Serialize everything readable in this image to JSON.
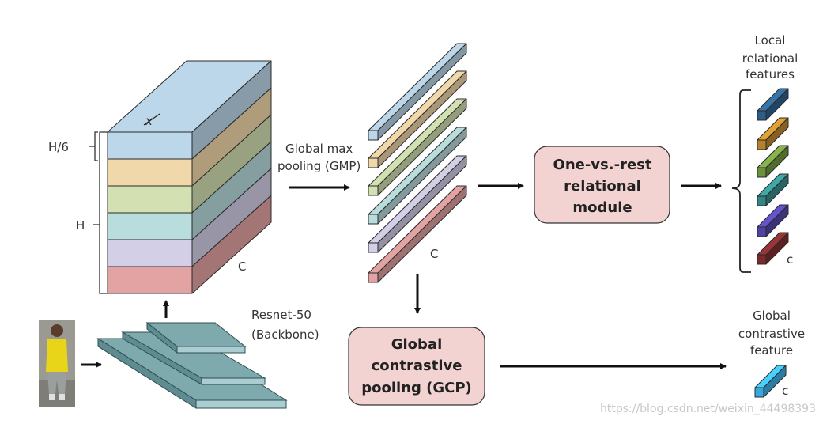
{
  "labels": {
    "h6": "H/6",
    "h": "H",
    "c_tensor": "C",
    "x_mark": "x",
    "gmp_line1": "Global max",
    "gmp_line2": "pooling (GMP)",
    "c_vectors": "C",
    "local_line1": "Local",
    "local_line2": "relational",
    "local_line3": "features",
    "c_local": "c",
    "global_line1": "Global",
    "global_line2": "contrastive",
    "global_line3": "feature",
    "c_global": "c",
    "backbone_line1": "Resnet-50",
    "backbone_line2": "(Backbone)",
    "watermark": "https://blog.csdn.net/weixin_44498393"
  },
  "modules": {
    "ovr": [
      "One-vs.-rest",
      "relational",
      "module"
    ],
    "gcp": [
      "Global",
      "contrastive",
      "pooling (GCP)"
    ]
  },
  "colors": {
    "stripes": [
      "#bcd7ea",
      "#f1d8aa",
      "#d3e1b2",
      "#b9dcdd",
      "#d2cfe7",
      "#e3a3a3"
    ],
    "local_features": [
      "#2c5d86",
      "#b5812a",
      "#6c913c",
      "#338685",
      "#4f42a3",
      "#7a2a2b"
    ],
    "global_feature": "#39a7dc",
    "module_fill": "#f3d3d2",
    "backbone": "#7eaaae"
  }
}
